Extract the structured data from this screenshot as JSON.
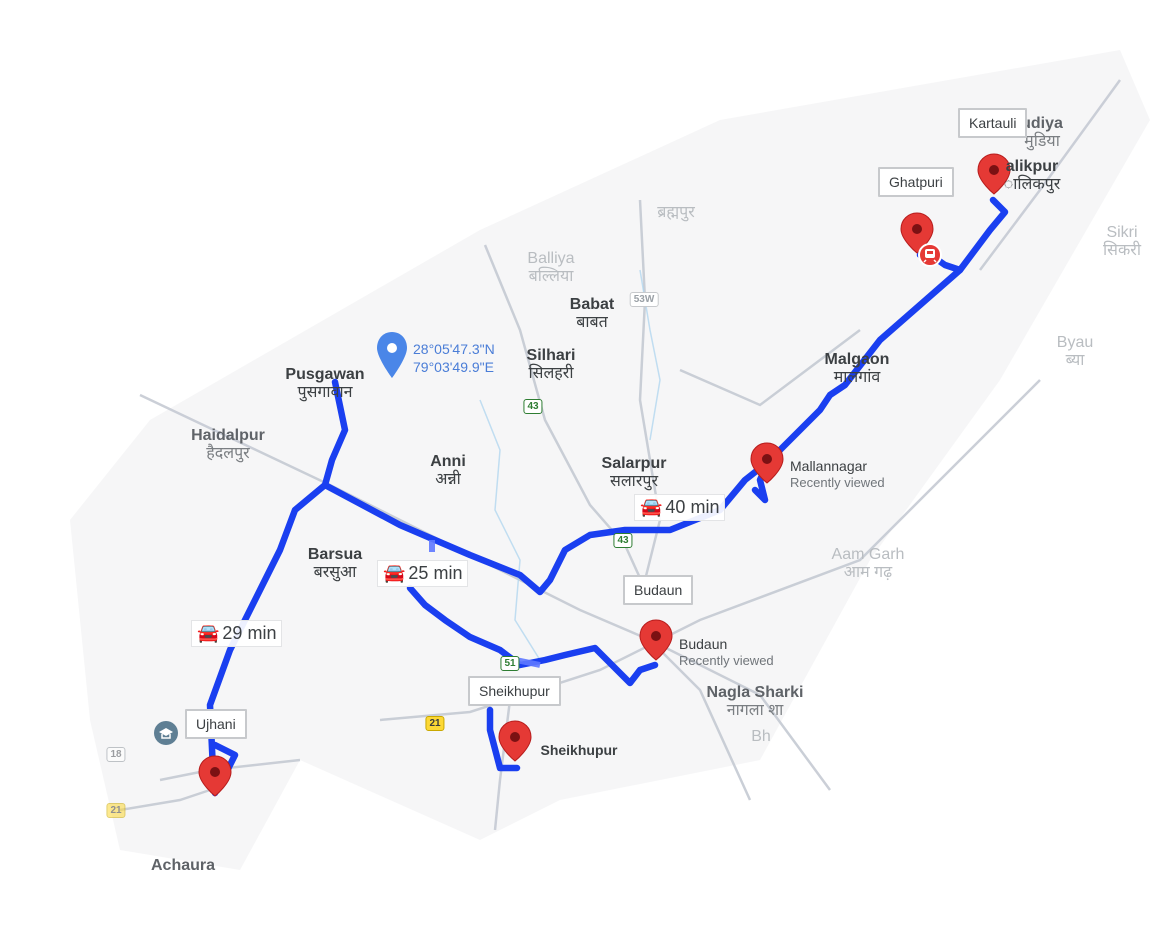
{
  "place_labels": [
    {
      "id": "udiya",
      "en": "udiya",
      "hi": "मुडिया",
      "style": "mid"
    },
    {
      "id": "malikpur",
      "en": "alikpur",
      "hi": "ालिकपुर",
      "style": "normal"
    },
    {
      "id": "balliya",
      "en": "Balliya",
      "hi": "बल्लिया",
      "style": "faint"
    },
    {
      "id": "babat",
      "en": "Babat",
      "hi": "बाबत",
      "style": "normal"
    },
    {
      "id": "silhari",
      "en": "Silhari",
      "hi": "सिलहरी",
      "style": "normal"
    },
    {
      "id": "pusgawan",
      "en": "Pusgawan",
      "hi": "पुसगावान",
      "style": "normal"
    },
    {
      "id": "haidalpur",
      "en": "Haidalpur",
      "hi": "हैदलपुर",
      "style": "mid"
    },
    {
      "id": "anni",
      "en": "Anni",
      "hi": "अन्नी",
      "style": "normal"
    },
    {
      "id": "salarpur",
      "en": "Salarpur",
      "hi": "सलारपुर",
      "style": "normal"
    },
    {
      "id": "malgaon",
      "en": "Malgaon",
      "hi": "मालगांव",
      "style": "normal"
    },
    {
      "id": "barsua",
      "en": "Barsua",
      "hi": "बरसुआ",
      "style": "normal"
    },
    {
      "id": "aamgarh",
      "en": "Aam Garh",
      "hi": "आम गढ़",
      "style": "faint"
    },
    {
      "id": "naglasharki",
      "en": "Nagla Sharki",
      "hi": "नागला शा",
      "style": "mid"
    },
    {
      "id": "brahmpur",
      "en": "",
      "hi": "ब्रह्मपुर",
      "style": "faint"
    },
    {
      "id": "sikri",
      "en": "Sikri",
      "hi": "सिकरी",
      "style": "faint"
    },
    {
      "id": "byaur",
      "en": "Byau",
      "hi": "ब्या",
      "style": "faint"
    },
    {
      "id": "achaura",
      "en": "Achaura",
      "hi": "",
      "style": "mid"
    },
    {
      "id": "sheikhupur_town",
      "en": "Sheikhupur",
      "hi": "",
      "style": "normal"
    },
    {
      "id": "bha",
      "en": "Bh",
      "hi": "",
      "style": "faint"
    }
  ],
  "waypoint_tags": {
    "kartauli": "Kartauli",
    "ghatpuri": "Ghatpuri",
    "budaun": "Budaun",
    "sheikhupur": "Sheikhupur",
    "ujhani": "Ujhani"
  },
  "place_cards": {
    "mallannagar": {
      "name": "Mallannagar",
      "sub": "Recently viewed"
    },
    "budaun": {
      "name": "Budaun",
      "sub": "Recently viewed"
    }
  },
  "durations": {
    "d40": "40 min",
    "d25": "25 min",
    "d29": "29 min"
  },
  "coordinate": {
    "lat": "28°05'47.3\"N",
    "lng": "79°03'49.9\"E"
  },
  "road_shields": {
    "r53w": "53W",
    "r43a": "43",
    "r43b": "43",
    "r51": "51",
    "r21": "21",
    "r21b": "21",
    "r18": "18"
  },
  "icons": {
    "car": "car-icon",
    "pin": "map-pin-icon",
    "coordinate_pin": "dropped-pin-icon",
    "train": "train-station-icon",
    "school": "school-icon"
  },
  "colors": {
    "route": "#1a3ff0",
    "pin": "#e53935",
    "coord_pin": "#4a86e8"
  }
}
